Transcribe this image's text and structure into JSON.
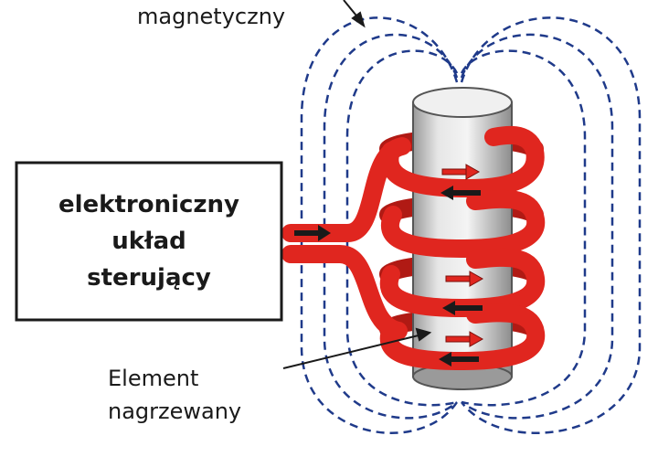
{
  "labels": {
    "field_label": "magnetyczny",
    "controller": [
      "elektroniczny",
      "układ",
      "sterujący"
    ],
    "heated_element": [
      "Element",
      "nagrzewany"
    ]
  },
  "colors": {
    "coil": "#e0261f",
    "coil_dark": "#a3150f",
    "field_lines": "#1f3a8a",
    "cylinder": "#d9d9d9",
    "arrow_red": "#e0261f",
    "arrow_dark": "#1a1a1a",
    "box_border": "#1a1a1a"
  }
}
